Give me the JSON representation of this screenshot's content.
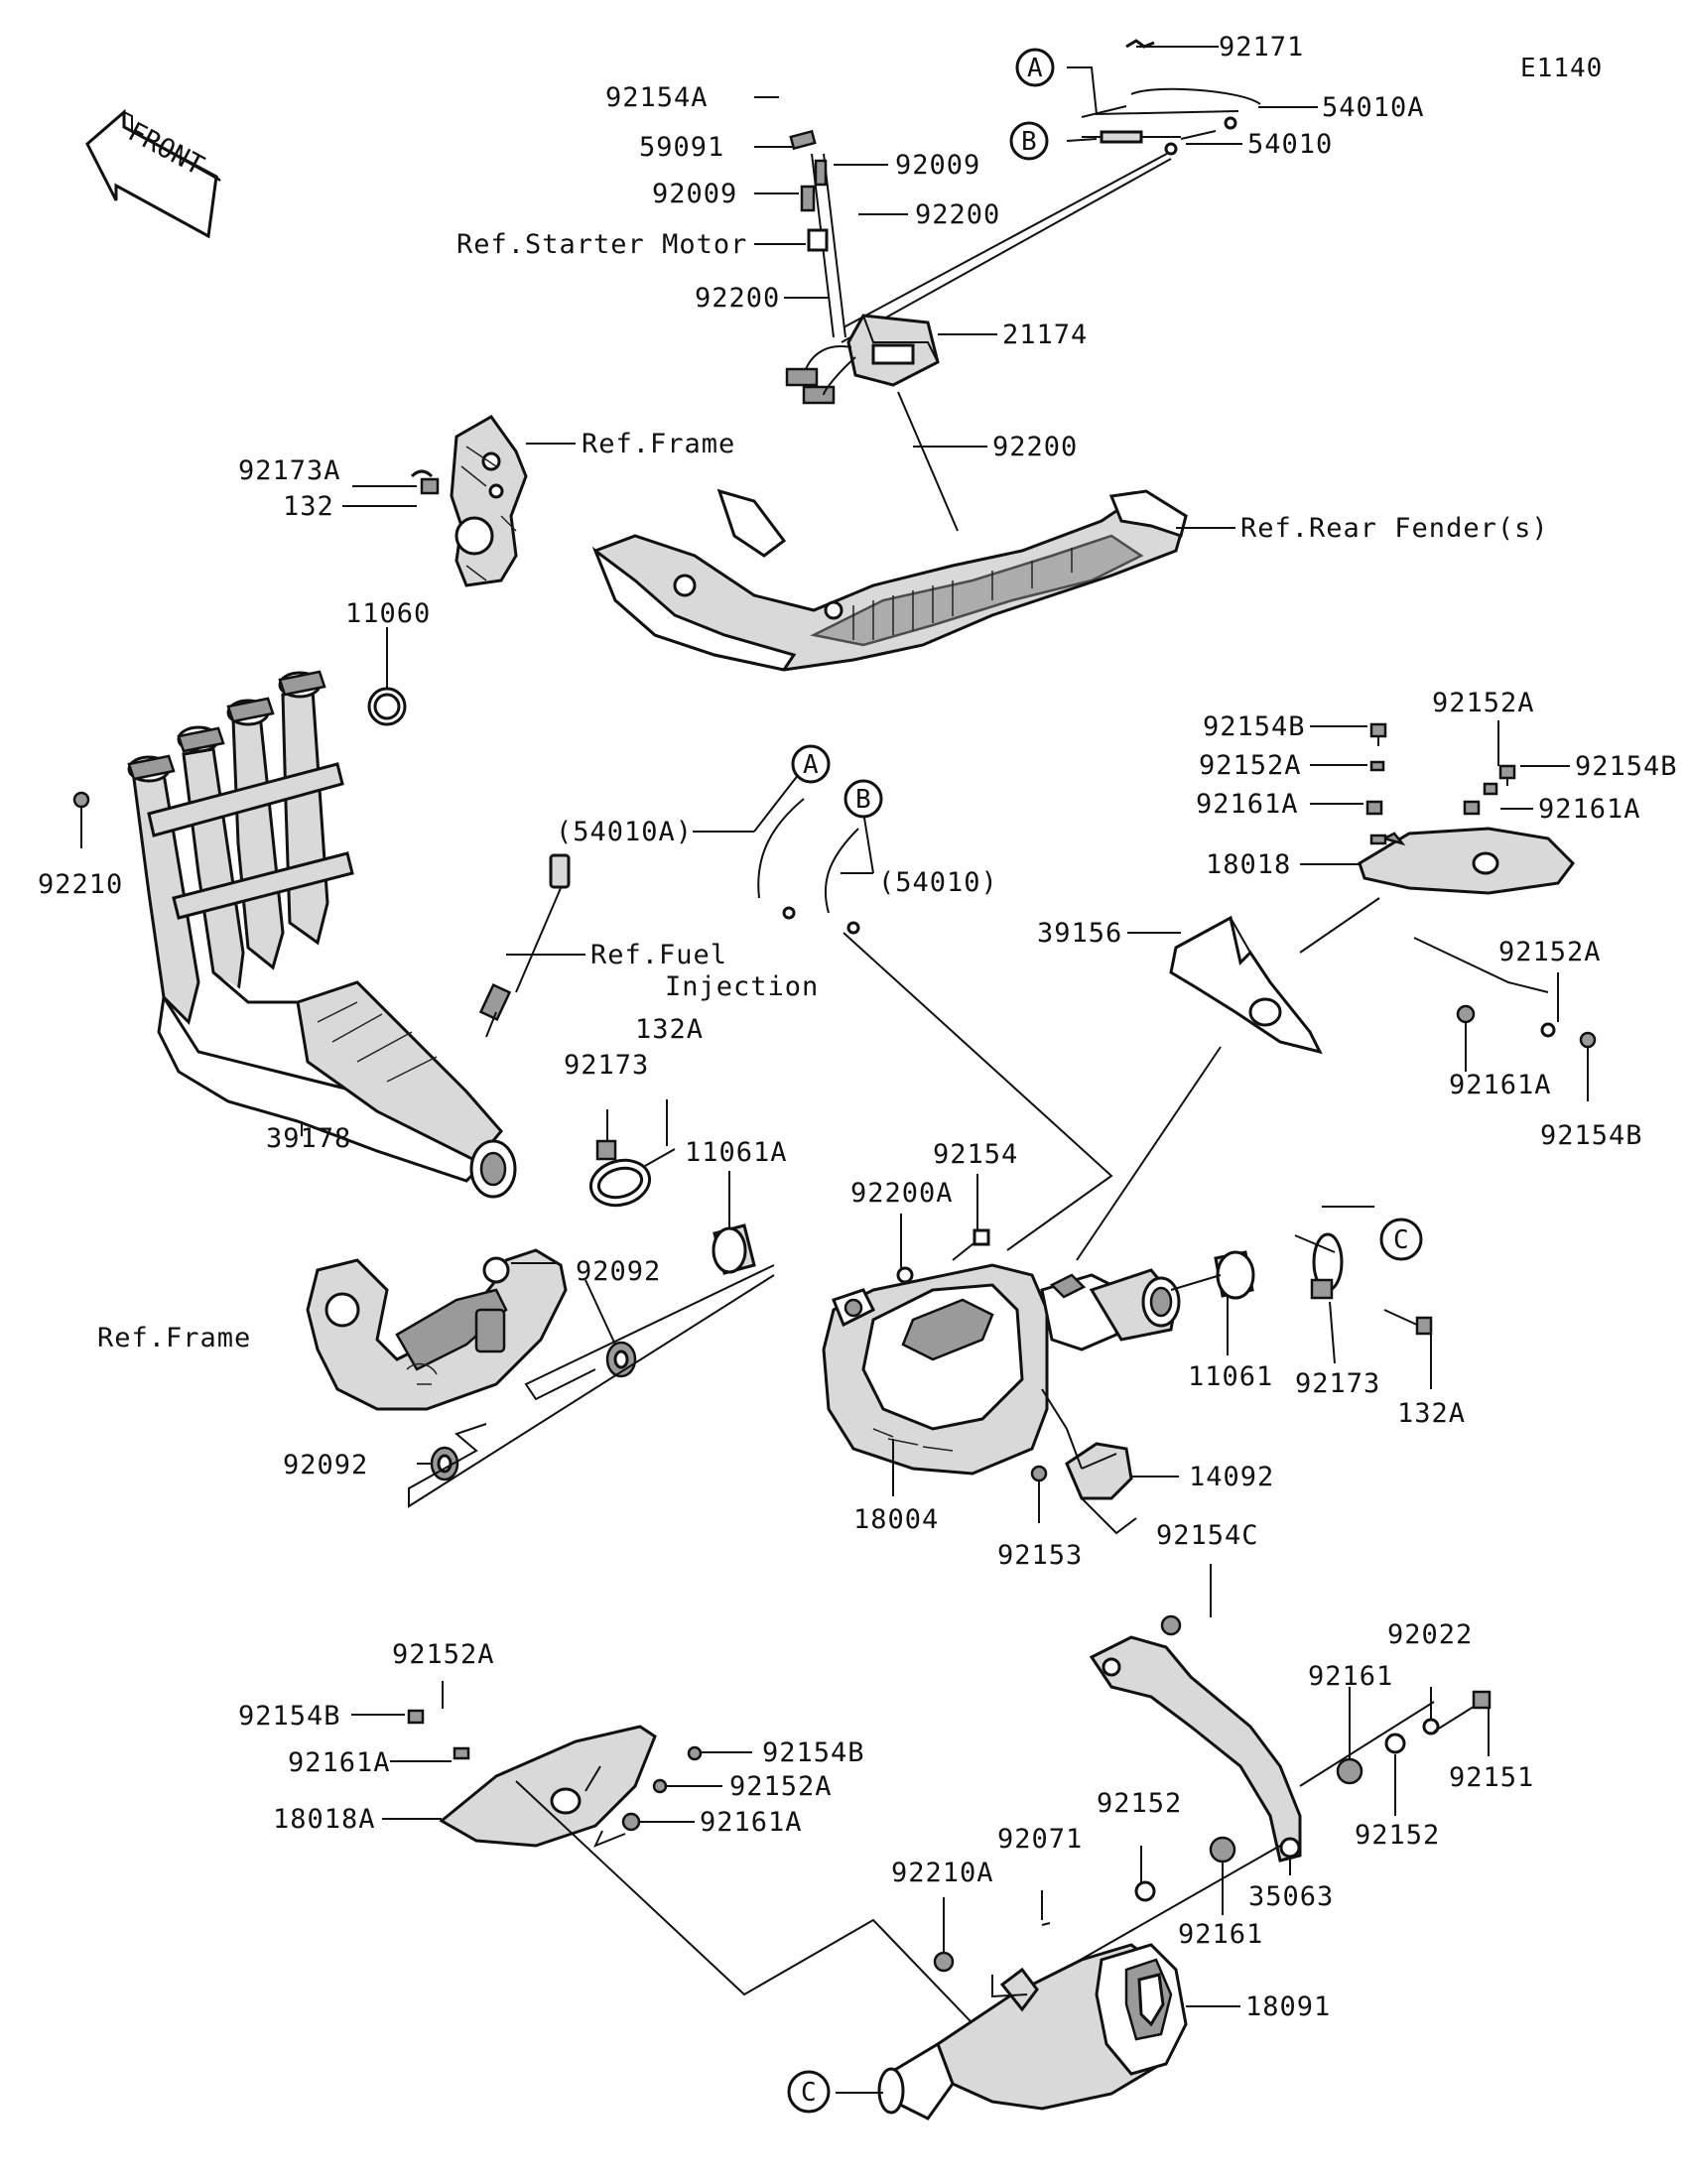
{
  "diagram": {
    "code": "E1140",
    "front_label": "FRONT",
    "callouts": {
      "top_a": "A",
      "top_b": "B",
      "mid_a": "A",
      "mid_b": "B",
      "right_c": "C",
      "bottom_c": "C"
    },
    "labels": {
      "p92171": "92171",
      "p54010A_top": "54010A",
      "p54010_top": "54010",
      "p92154A": "92154A",
      "p59091": "59091",
      "p92009_left": "92009",
      "p92009_right": "92009",
      "p92200_right": "92200",
      "ref_starter": "Ref.Starter Motor",
      "p92200_left": "92200",
      "p21174": "21174",
      "p92200_low": "92200",
      "ref_frame_top": "Ref.Frame",
      "p92173A": "92173A",
      "p132": "132",
      "ref_rear_fender": "Ref.Rear Fender(s)",
      "p11060": "11060",
      "p92210": "92210",
      "p54010A_mid": "(54010A)",
      "p54010_mid": "(54010)",
      "ref_fuel_1": "Ref.Fuel",
      "ref_fuel_2": "Injection",
      "p39178": "39178",
      "p132A_left": "132A",
      "p92173_left": "92173",
      "p11061A": "11061A",
      "p92154": "92154",
      "p92200A": "92200A",
      "p92154B_top": "92154B",
      "p92152A_top_left": "92152A",
      "p92152A_top_right": "92152A",
      "p92154B_top_right": "92154B",
      "p92161A_top_left": "92161A",
      "p92161A_top_right": "92161A",
      "p18018": "18018",
      "p39156": "39156",
      "p92152A_right": "92152A",
      "p92161A_right": "92161A",
      "p92154B_right": "92154B",
      "p92092_top": "92092",
      "ref_frame_mid": "Ref.Frame",
      "p92092_bottom": "92092",
      "p18004": "18004",
      "p11061": "11061",
      "p92173_right": "92173",
      "p132A_right": "132A",
      "p14092": "14092",
      "p92153": "92153",
      "p92154C": "92154C",
      "p92152A_bottom": "92152A",
      "p92154B_bottom_left": "92154B",
      "p92161A_bottom_left": "92161A",
      "p18018A": "18018A",
      "p92154B_bottom_right": "92154B",
      "p92152A_bottom_right": "92152A",
      "p92161A_bottom_right": "92161A",
      "p92022": "92022",
      "p92161_bottom_top": "92161",
      "p92151": "92151",
      "p92152_right": "92152",
      "p92152_mid": "92152",
      "p92071": "92071",
      "p92210A": "92210A",
      "p92161_bottom": "92161",
      "p35063": "35063",
      "p18091": "18091"
    }
  }
}
